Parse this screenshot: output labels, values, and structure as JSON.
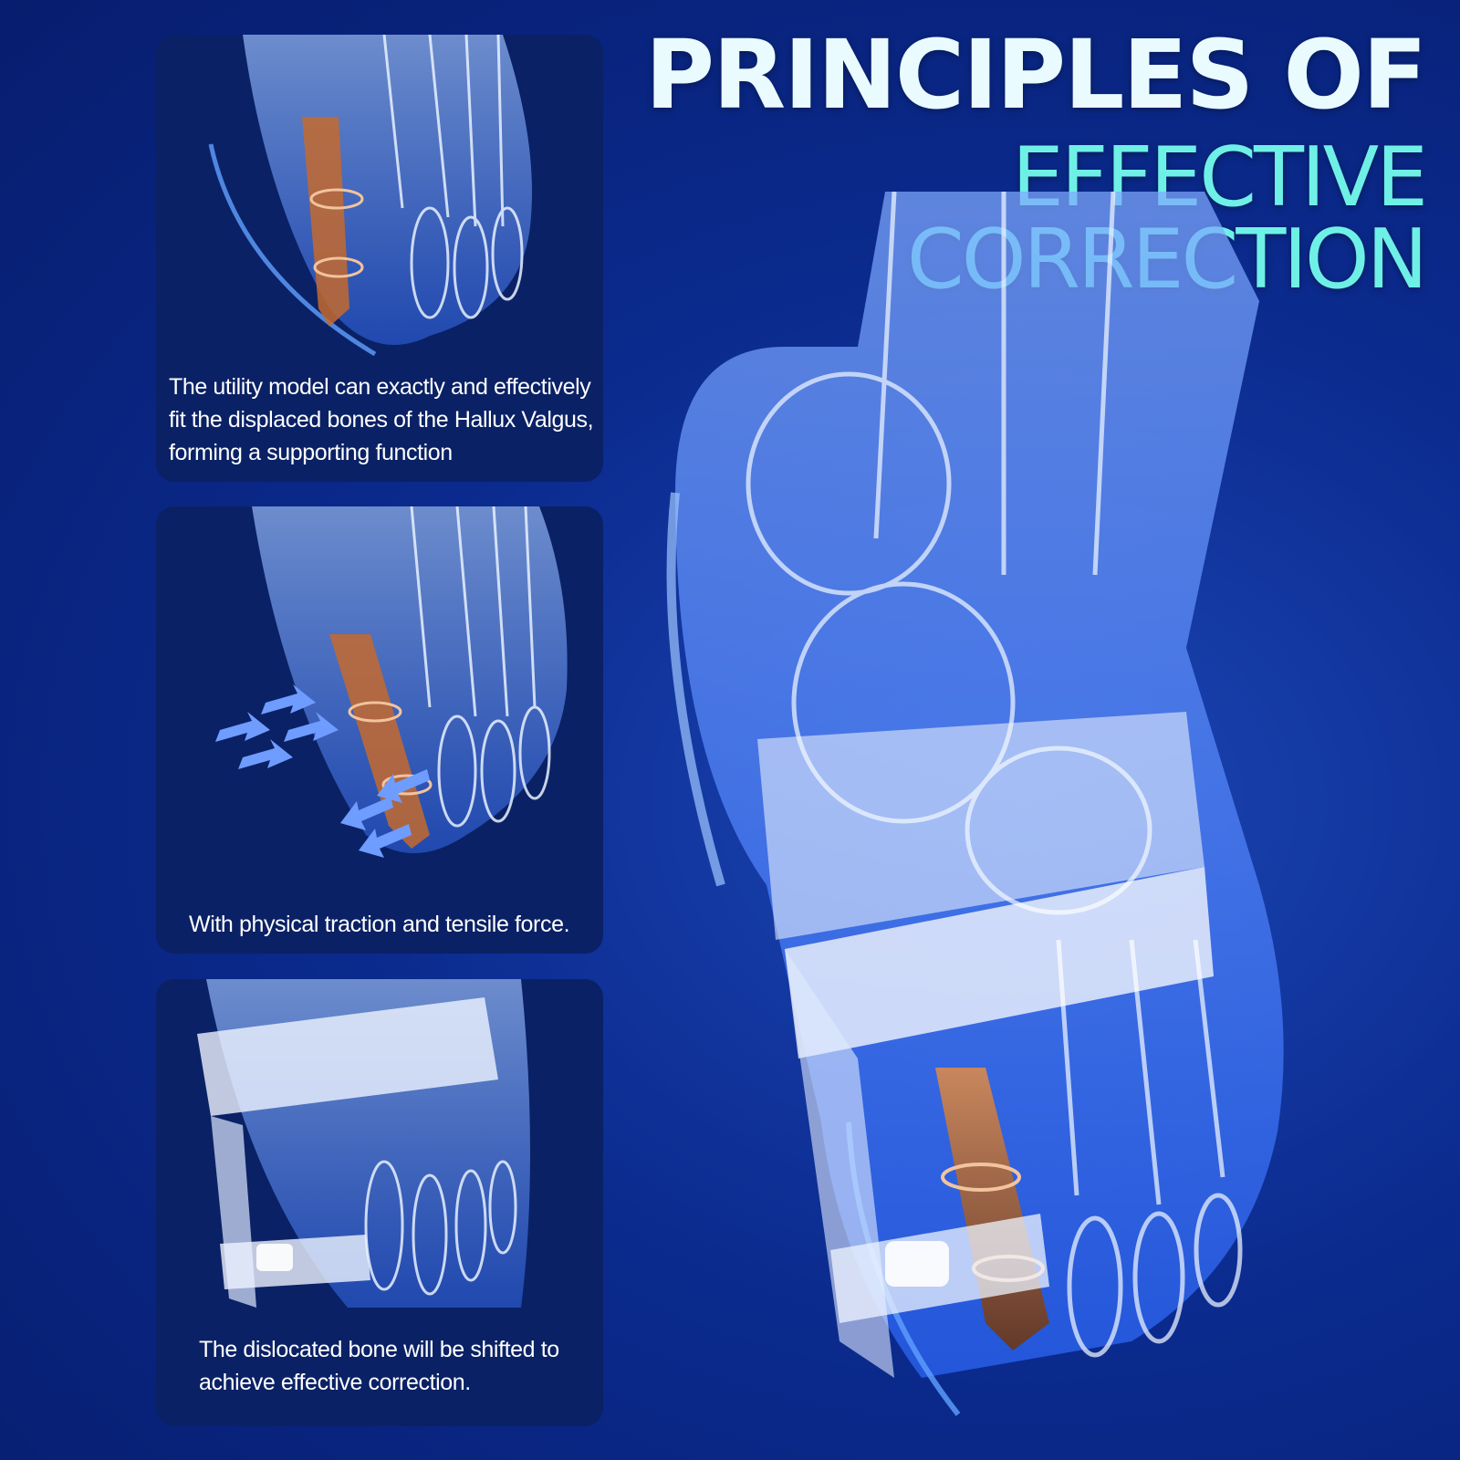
{
  "header": {
    "title_line1": "PRINCIPLES OF",
    "title_line2": "EFFECTIVE CORRECTION"
  },
  "panels": [
    {
      "caption": "The utility model can exactly and effectively fit the displaced bones of  the Hallux Valgus, forming a supporting function"
    },
    {
      "caption": "With physical traction and tensile force."
    },
    {
      "caption": "The dislocated bone will be shifted to achieve effective correction."
    }
  ],
  "icons": {
    "foot_xray": "foot-xray-illustration",
    "bone": "highlighted-toe-bone",
    "arrows": "force-arrows",
    "corrector": "bunion-corrector-splint"
  },
  "colors": {
    "background": "#0b2b8f",
    "panel": "#0a2165",
    "title_white": "#e9fbff",
    "title_teal": "#6ff0e6",
    "bone_highlight": "#c46a2e",
    "xray_blue": "#4f86ff"
  }
}
